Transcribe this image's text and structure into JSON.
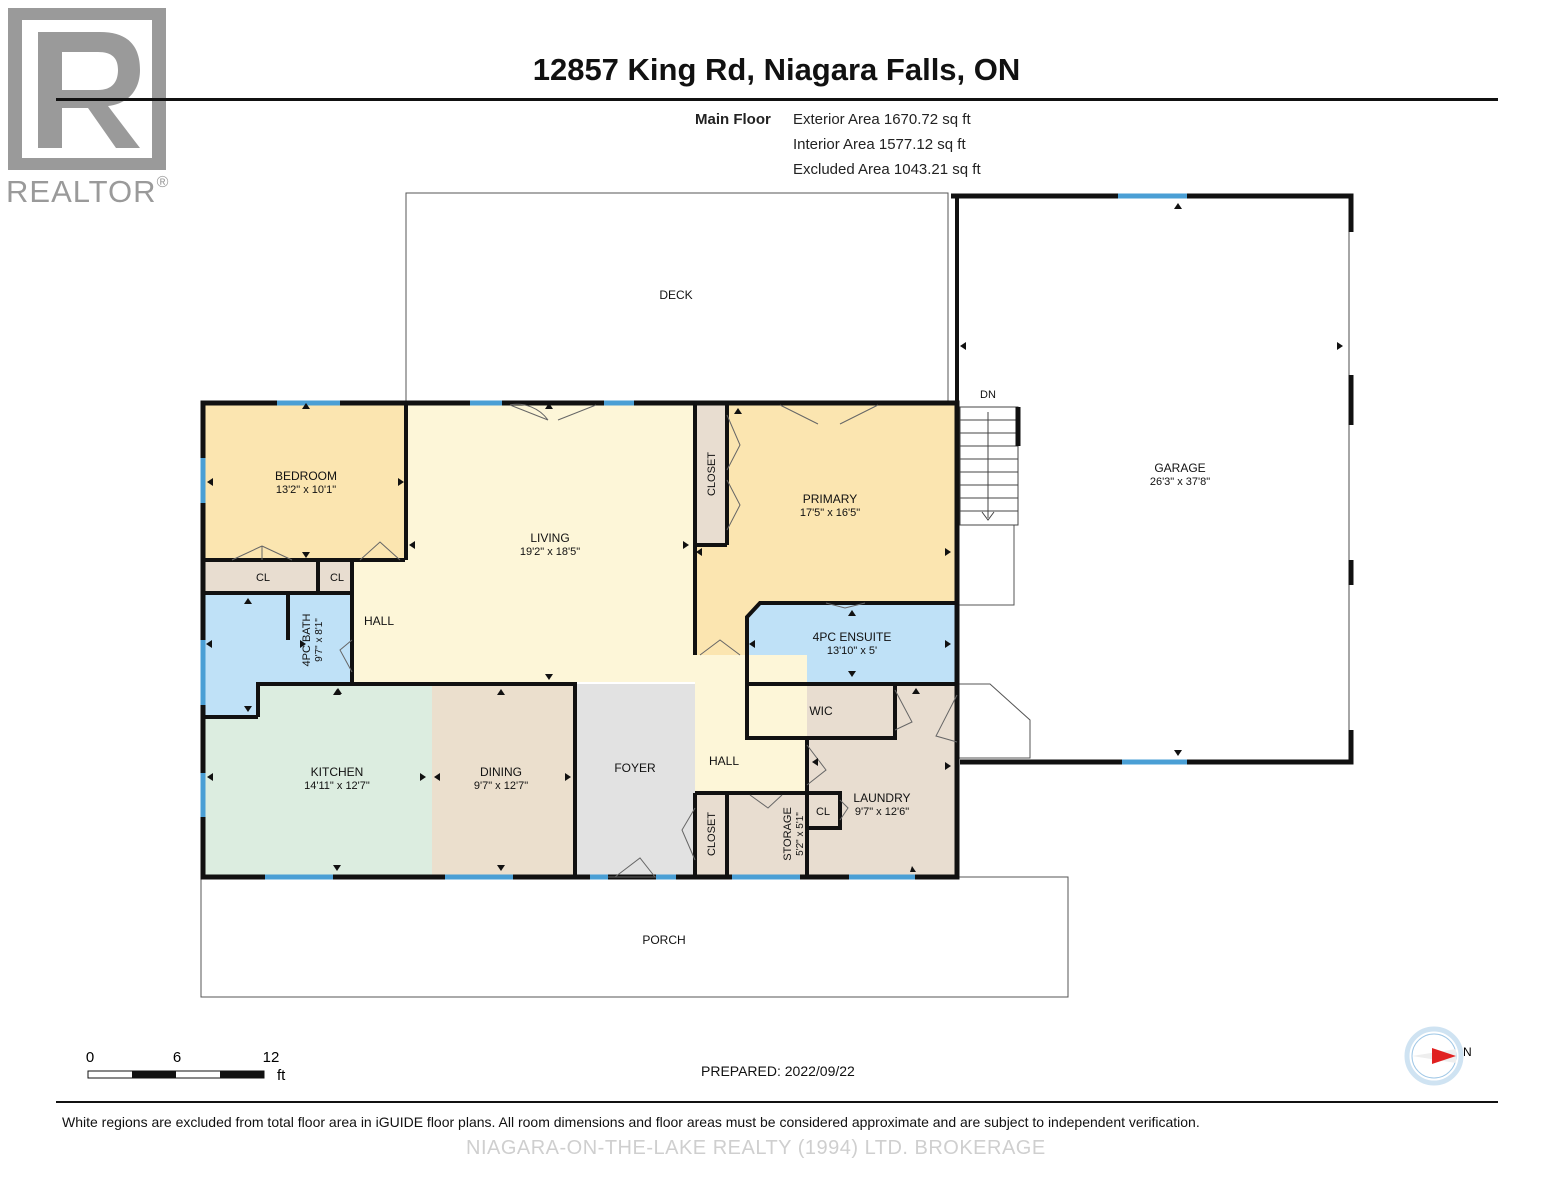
{
  "header": {
    "title": "12857 King Rd, Niagara Falls, ON",
    "floor_label": "Main Floor",
    "areas": [
      "Exterior Area 1670.72 sq ft",
      "Interior Area 1577.12 sq ft",
      "Excluded Area 1043.21 sq ft"
    ]
  },
  "logo": {
    "letter": "R",
    "text": "REALTOR",
    "mark": "®"
  },
  "rooms": {
    "deck": "DECK",
    "garage": "GARAGE",
    "garage_dim": "26'3\" x 37'8\"",
    "dn": "DN",
    "bedroom": "BEDROOM",
    "bedroom_dim": "13'2\" x 10'1\"",
    "living": "LIVING",
    "living_dim": "19'2\" x 18'5\"",
    "closet1": "CLOSET",
    "primary": "PRIMARY",
    "primary_dim": "17'5\" x 16'5\"",
    "cl1": "CL",
    "cl2": "CL",
    "bath": "4PC BATH",
    "bath_dim": "9'7\" x 8'1\"",
    "hall1": "HALL",
    "ensuite": "4PC ENSUITE",
    "ensuite_dim": "13'10\" x 5'",
    "wic": "WIC",
    "kitchen": "KITCHEN",
    "kitchen_dim": "14'11\" x 12'7\"",
    "dining": "DINING",
    "dining_dim": "9'7\" x 12'7\"",
    "foyer": "FOYER",
    "hall2": "HALL",
    "laundry": "LAUNDRY",
    "laundry_dim": "9'7\" x 12'6\"",
    "cl3": "CL",
    "closet2": "CLOSET",
    "storage": "STORAGE",
    "storage_dim": "5'2\" x 5'1\"",
    "porch": "PORCH"
  },
  "scale": {
    "ticks": [
      "0",
      "6",
      "12"
    ],
    "unit": "ft"
  },
  "compass": {
    "label": "N"
  },
  "prepared": "PREPARED: 2022/09/22",
  "disclaimer": "White regions are excluded from total floor area in iGUIDE floor plans. All room dimensions and floor areas must be considered approximate and are subject to independent verification.",
  "watermark": "NIAGARA-ON-THE-LAKE REALTY (1994) LTD. BROKERAGE",
  "colors": {
    "bedroom": "#fbe5b0",
    "living": "#fdf6d8",
    "primary": "#fbe5b0",
    "bath": "#bfe1f7",
    "closet": "#e8ddd0",
    "kitchen": "#dcede0",
    "dining": "#ebdfcd",
    "foyer": "#e2e2e2",
    "hall": "#fdf6d8",
    "wall": "#111111",
    "window": "#4a9fd5",
    "compass_arrow": "#e02020"
  }
}
